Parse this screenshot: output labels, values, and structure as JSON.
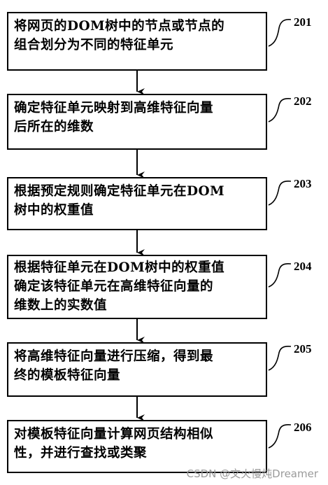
{
  "steps": [
    {
      "number": "201",
      "lines": [
        "将网页的DOM树中的节点或节点的",
        "组合划分为不同的特征单元"
      ]
    },
    {
      "number": "202",
      "lines": [
        "确定特征单元映射到高维特征向量",
        "后所在的维数"
      ]
    },
    {
      "number": "203",
      "lines": [
        "根据预定规则确定特征单元在DOM",
        "树中的权重值"
      ]
    },
    {
      "number": "204",
      "lines": [
        "根据特征单元在DOM树中的权重值",
        "确定该特征单元在高维特征向量的",
        "维数上的实数值"
      ]
    },
    {
      "number": "205",
      "lines": [
        "将高维特征向量进行压缩，得到最",
        "终的模板特征向量"
      ]
    },
    {
      "number": "206",
      "lines": [
        "对模板特征向量计算网页结构相似",
        "性，并进行查找或类聚"
      ]
    }
  ],
  "watermark": "CSDN @文火慢炖Dreamer"
}
